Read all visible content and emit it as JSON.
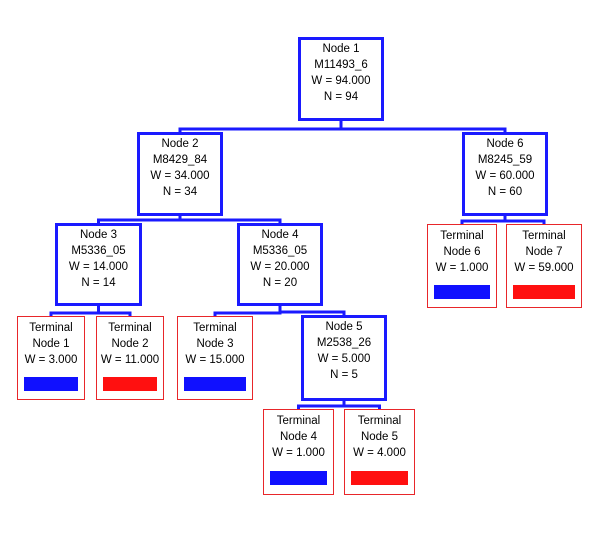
{
  "colors": {
    "split_border": "#1a1aff",
    "terminal_border": "#e8262a",
    "edge": "#1a1aff",
    "class_blue": "#1010ff",
    "class_red": "#ff1010"
  },
  "nodes": {
    "n1": {
      "title": "Node 1",
      "var": "M11493_6",
      "w": "W = 94.000",
      "n": "N = 94"
    },
    "n2": {
      "title": "Node 2",
      "var": "M8429_84",
      "w": "W = 34.000",
      "n": "N = 34"
    },
    "n6": {
      "title": "Node 6",
      "var": "M8245_59",
      "w": "W = 60.000",
      "n": "N = 60"
    },
    "n3": {
      "title": "Node 3",
      "var": "M5336_05",
      "w": "W = 14.000",
      "n": "N = 14"
    },
    "n4": {
      "title": "Node 4",
      "var": "M5336_05",
      "w": "W = 20.000",
      "n": "N = 20"
    },
    "n5": {
      "title": "Node 5",
      "var": "M2538_26",
      "w": "W = 5.000",
      "n": "N = 5"
    }
  },
  "terminals": {
    "t1": {
      "line1": "Terminal",
      "line2": "Node 1",
      "w": "W = 3.000",
      "class_color": "blue"
    },
    "t2": {
      "line1": "Terminal",
      "line2": "Node 2",
      "w": "W = 11.000",
      "class_color": "red"
    },
    "t3": {
      "line1": "Terminal",
      "line2": "Node 3",
      "w": "W = 15.000",
      "class_color": "blue"
    },
    "t4": {
      "line1": "Terminal",
      "line2": "Node 4",
      "w": "W = 1.000",
      "class_color": "blue"
    },
    "t5": {
      "line1": "Terminal",
      "line2": "Node 5",
      "w": "W = 4.000",
      "class_color": "red"
    },
    "t6": {
      "line1": "Terminal",
      "line2": "Node 6",
      "w": "W = 1.000",
      "class_color": "blue"
    },
    "t7": {
      "line1": "Terminal",
      "line2": "Node 7",
      "w": "W = 59.000",
      "class_color": "red"
    }
  },
  "edges": [
    [
      "n1",
      "n2"
    ],
    [
      "n1",
      "n6"
    ],
    [
      "n2",
      "n3"
    ],
    [
      "n2",
      "n4"
    ],
    [
      "n3",
      "t1"
    ],
    [
      "n3",
      "t2"
    ],
    [
      "n4",
      "t3"
    ],
    [
      "n4",
      "n5"
    ],
    [
      "n5",
      "t4"
    ],
    [
      "n5",
      "t5"
    ],
    [
      "n6",
      "t6"
    ],
    [
      "n6",
      "t7"
    ]
  ]
}
